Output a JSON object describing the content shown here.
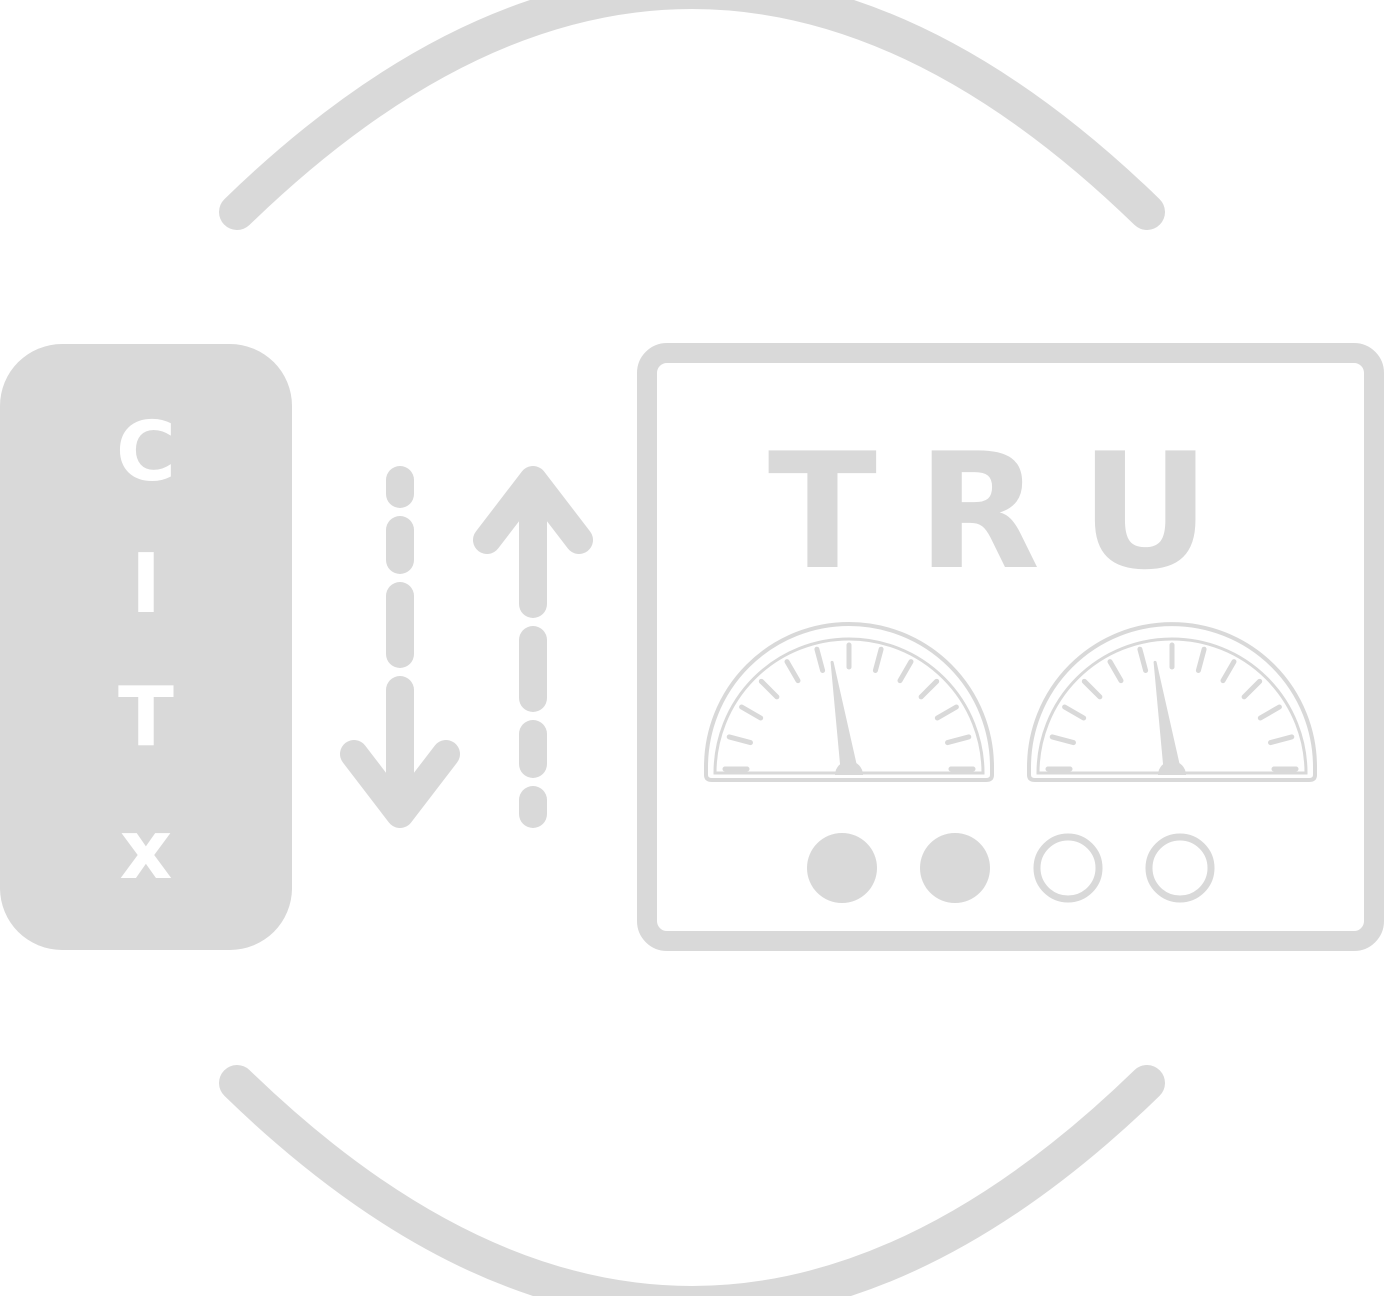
{
  "colors": {
    "primary": "#d9d9d9",
    "background": "#ffffff",
    "inverse_text": "#ffffff"
  },
  "left_panel": {
    "letters": [
      "C",
      "I",
      "T",
      "x"
    ]
  },
  "right_panel": {
    "title": "TRU"
  },
  "gauges": [
    {
      "needle_level": 0.45
    },
    {
      "needle_level": 0.45
    }
  ],
  "indicators": [
    {
      "state": "on"
    },
    {
      "state": "on"
    },
    {
      "state": "off"
    },
    {
      "state": "off"
    }
  ],
  "icons": [
    "down-arrow-icon",
    "up-arrow-icon",
    "gauge-icon",
    "indicator-light-icon"
  ]
}
